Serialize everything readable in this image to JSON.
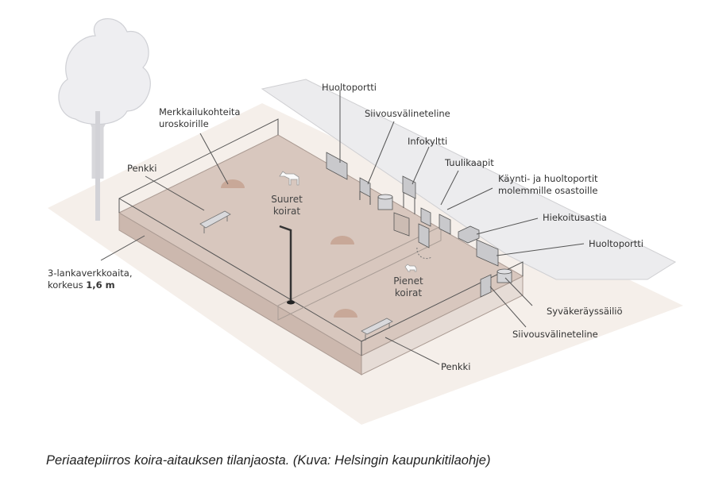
{
  "diagram": {
    "labels": {
      "huoltoportti_top": "Huoltoportti",
      "siivous_top": "Siivousvälineteline",
      "infokyltti": "Infokyltti",
      "tuulikaapit": "Tuulikaapit",
      "kaynti_line1": "Käynti- ja huoltoportit",
      "kaynti_line2": "molemmille osastoille",
      "hiekoitusastia": "Hiekoitusastia",
      "huoltoportti_right": "Huoltoportti",
      "syvakerays": "Syväkeräyssäiliö",
      "siivous_bottom": "Siivousvälineteline",
      "penkki_bottom": "Penkki",
      "penkki_top": "Penkki",
      "merkkailu_line1": "Merkkailukohteita",
      "merkkailu_line2": "uroskoirille",
      "aita_line1": "3-lankaverkkoaita,",
      "aita_line2_prefix": "korkeus ",
      "aita_line2_bold": "1,6 m"
    },
    "zones": {
      "large_line1": "Suuret",
      "large_line2": "koirat",
      "small_line1": "Pienet",
      "small_line2": "koirat"
    },
    "colors": {
      "floor": "#d8c7be",
      "ground": "#f4eee9",
      "path": "#e9e9eb"
    }
  },
  "caption": "Periaatepiirros koira-aitauksen tilanjaosta. (Kuva: Helsingin kaupunkitilaohje)"
}
